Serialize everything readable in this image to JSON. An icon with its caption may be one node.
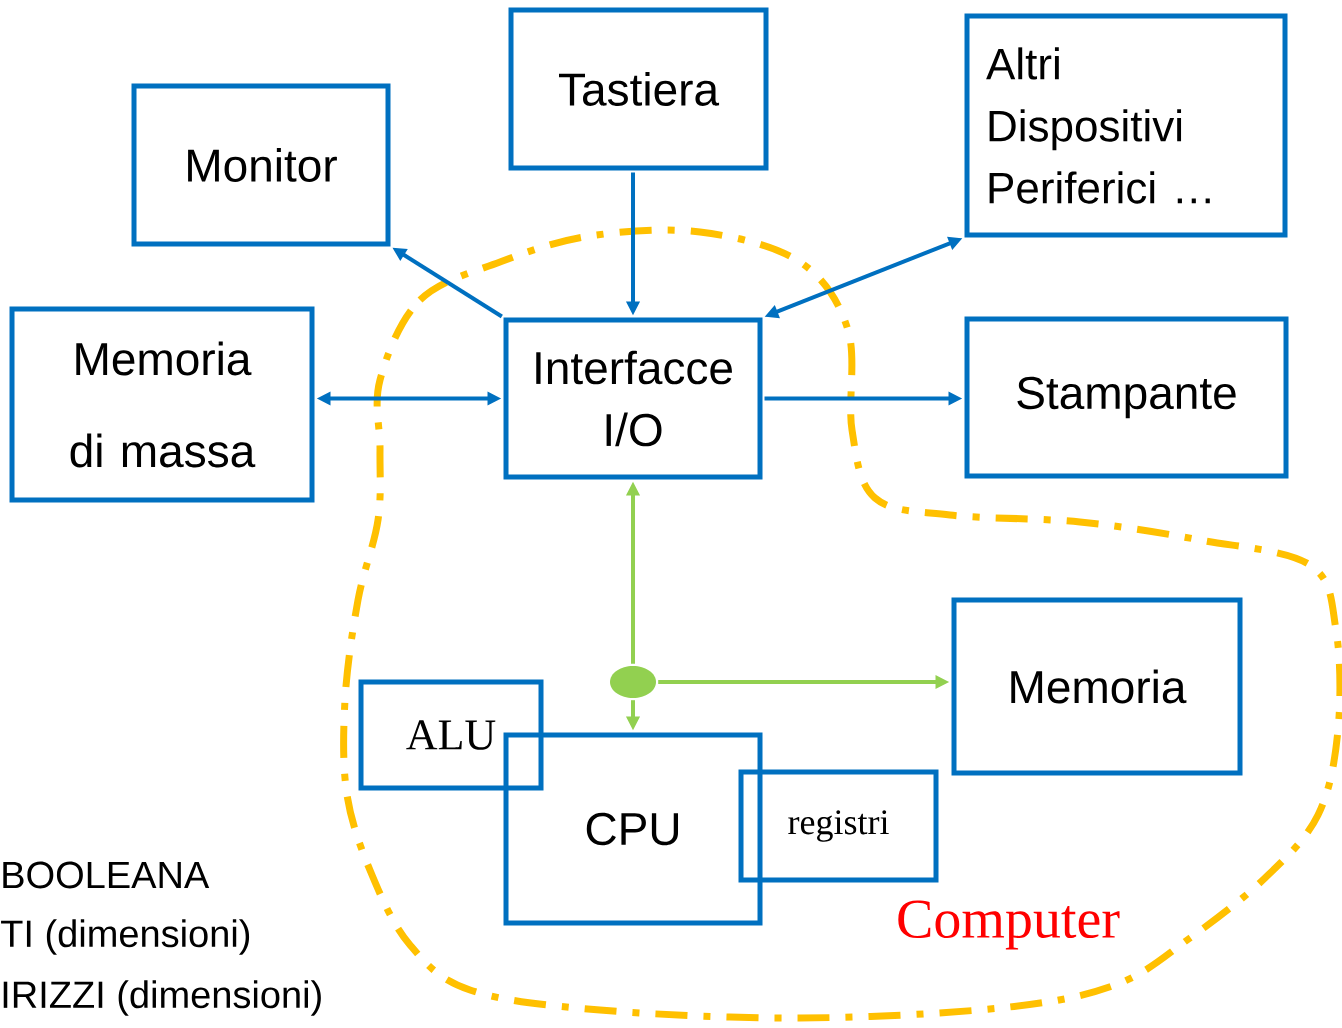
{
  "diagram": {
    "nodes": [
      {
        "text": [
          "Computer"
        ]
      },
      {
        "text": [
          "Monitor"
        ]
      },
      {
        "text": [
          "Tastiera"
        ]
      },
      {
        "text": [
          "Altri Dispositivi Periferici …"
        ]
      },
      {
        "text": [
          "Memoria di massa"
        ]
      },
      {
        "text": [
          "Interfacce I/O"
        ],
        "in": 0
      },
      {
        "text": [
          "Stampante"
        ]
      },
      {
        "text": [
          "Memoria"
        ],
        "in": 0
      },
      {
        "text": [
          "ALU"
        ],
        "in": 0
      },
      {
        "text": [
          "CPU"
        ],
        "in": 0
      },
      {
        "text": [
          "registri"
        ],
        "in": 0
      },
      {
        "text": [],
        "shape": "circle",
        "in": 0
      }
    ],
    "edges": [
      {
        "from": 5,
        "to": 1,
        "arrow": "to"
      },
      {
        "from": 2,
        "to": 5,
        "arrow": "to"
      },
      {
        "from": 3,
        "to": 5,
        "arrow": "both"
      },
      {
        "from": 4,
        "to": 5,
        "arrow": "both"
      },
      {
        "from": 5,
        "to": 6,
        "arrow": "to"
      },
      {
        "from": 11,
        "to": 5,
        "arrow": "to",
        "color": "#92d050"
      },
      {
        "from": 11,
        "to": 9,
        "arrow": "to",
        "color": "#92d050"
      },
      {
        "from": 11,
        "to": 7,
        "arrow": "to",
        "color": "#92d050"
      }
    ],
    "labels": [
      "BOOLEANA",
      "TI (dimensioni)",
      "IRIZZI (dimensioni)"
    ]
  }
}
